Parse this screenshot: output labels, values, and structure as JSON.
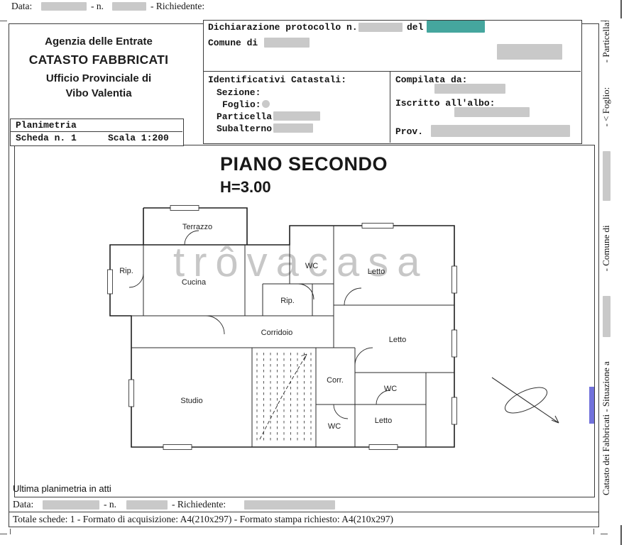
{
  "top_bar": {
    "data": "Data:",
    "n": "- n.",
    "richiedente": "- Richiedente:"
  },
  "agency": {
    "line1": "Agenzia delle Entrate",
    "line2": "CATASTO FABBRICATI",
    "line3": "Ufficio Provinciale di",
    "line4": "Vibo Valentia"
  },
  "protocol": {
    "declaration": "Dichiarazione protocollo n.",
    "del": "del",
    "comune": "Comune di"
  },
  "identificativi": {
    "title": "Identificativi Catastali:",
    "sezione": "Sezione:",
    "foglio": "Foglio:",
    "particella": "Particella:",
    "subalterno": "Subalterno:"
  },
  "compilata": {
    "title": "Compilata da:",
    "albo": "Iscritto all'albo:",
    "prov": "Prov."
  },
  "planimetria": {
    "title": "Planimetria",
    "scheda": "Scheda n. 1",
    "scala": "Scala 1:200"
  },
  "plan": {
    "title": "PIANO SECONDO",
    "height": "H=3.00",
    "watermark": "trôvacasa",
    "rooms": {
      "terrazzo": "Terrazzo",
      "rip_top": "Rip.",
      "cucina": "Cucina",
      "wc_top": "WC",
      "letto_top": "Letto",
      "rip_mid": "Rip.",
      "corridoio": "Corridoio",
      "letto_right": "Letto",
      "studio": "Studio",
      "corr": "Corr.",
      "wc_right": "WC",
      "wc_bottom": "WC",
      "letto_bottom": "Letto"
    }
  },
  "sidebar": {
    "catasto": "Catasto dei Fabbricati - Situazione a",
    "comune": "- Comune di",
    "foglio": "- < Foglio:",
    "particella": "- Particella:"
  },
  "footer": {
    "ultima": "Ultima planimetria in atti",
    "data": "Data:",
    "n": "- n.",
    "richiedente": "- Richiedente:",
    "totale": "Totale schede: 1 - Formato di acquisizione: A4(210x297)  - Formato stampa richiesto: A4(210x297)"
  },
  "colors": {
    "redaction_gray": "#c9c9c9",
    "redaction_teal": "#45a69e",
    "stamp_blue": "#4343cf"
  }
}
